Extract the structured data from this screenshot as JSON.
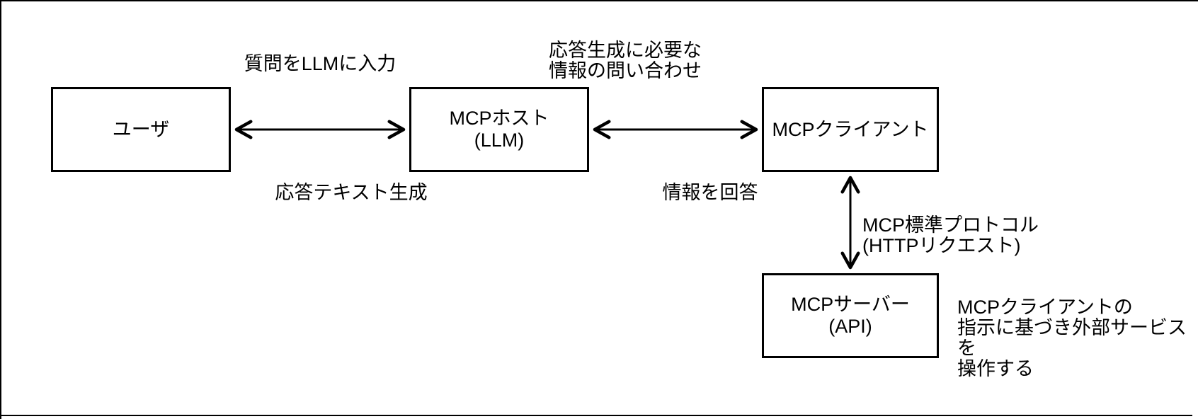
{
  "diagram": {
    "boxes": {
      "user": {
        "label": "ユーザ"
      },
      "host": {
        "label": "MCPホスト\n(LLM)"
      },
      "client": {
        "label": "MCPクライアント"
      },
      "server": {
        "label": "MCPサーバー\n(API)"
      }
    },
    "edge_labels": {
      "ask": "質問をLLMに入力",
      "response": "応答テキスト生成",
      "query": "応答生成に必要な\n情報の問い合わせ",
      "answer": "情報を回答",
      "protocol": "MCP標準プロトコル\n(HTTPリクエスト)"
    },
    "notes": {
      "server_note": "MCPクライアントの\n指示に基づき外部サービスを\n操作する"
    },
    "colors": {
      "stroke": "#000000",
      "background": "#ffffff"
    }
  }
}
